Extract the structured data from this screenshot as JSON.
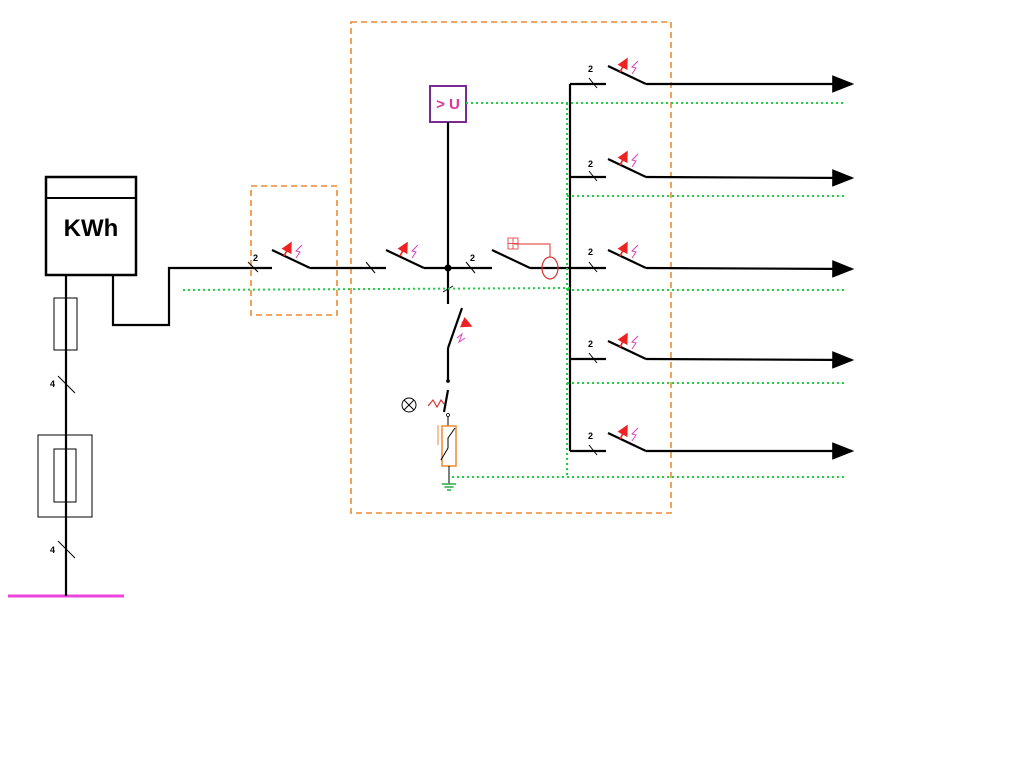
{
  "meter": {
    "label": "KWh"
  },
  "relay": {
    "label": "> U"
  },
  "labels": {
    "conductors_4": "4",
    "conductors_2": "2"
  },
  "colors": {
    "wire": "#000000",
    "protective_earth": "#22cc44",
    "enclosure": "#f08a30",
    "trip_arrow": "#ee2222",
    "thermal_mark": "#e040c0",
    "relay_border": "#7a2a90",
    "ground_bus": "#ee44dd",
    "surge_arrester": "#f08a30",
    "rcd_toroid": "#dd3333"
  },
  "icons": [
    "fuse-icon",
    "meter-icon",
    "circuit-breaker-icon",
    "overvoltage-relay-icon",
    "residual-current-device-icon",
    "surge-arrester-icon",
    "signal-lamp-icon",
    "ground-icon",
    "output-arrow-icon"
  ]
}
